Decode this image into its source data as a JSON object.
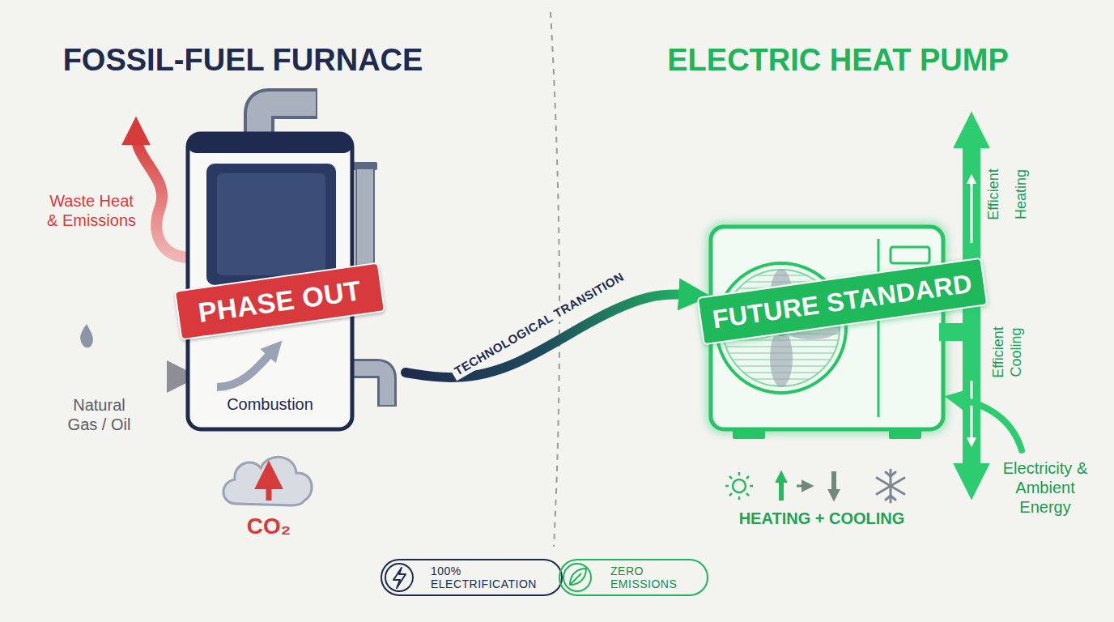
{
  "diagram": {
    "nodes": [
      {
        "text": [
          "Combustion"
        ]
      },
      {
        "text": [
          "PHASE OUT"
        ]
      },
      {
        "text": [
          "CO₂"
        ]
      },
      {
        "text": [
          "FUTURE STANDARD"
        ]
      },
      {
        "text": [
          "100% ELECTRIFICATION"
        ]
      },
      {
        "text": [
          "ZERO EMISSIONS"
        ]
      }
    ],
    "edges": [
      {
        "from": 0,
        "to": 3,
        "label": "TECHNOLOGICAL TRANSITION",
        "arrow": "to"
      }
    ],
    "labels": [
      "FOSSIL-FUEL FURNACE",
      "ELECTRIC HEAT PUMP",
      "Waste Heat & Emissions",
      "Natural Gas / Oil",
      "Efficient",
      "Heating",
      "Efficient Cooling",
      "HEATING + COOLING",
      "Electricity & Ambient Energy"
    ]
  }
}
